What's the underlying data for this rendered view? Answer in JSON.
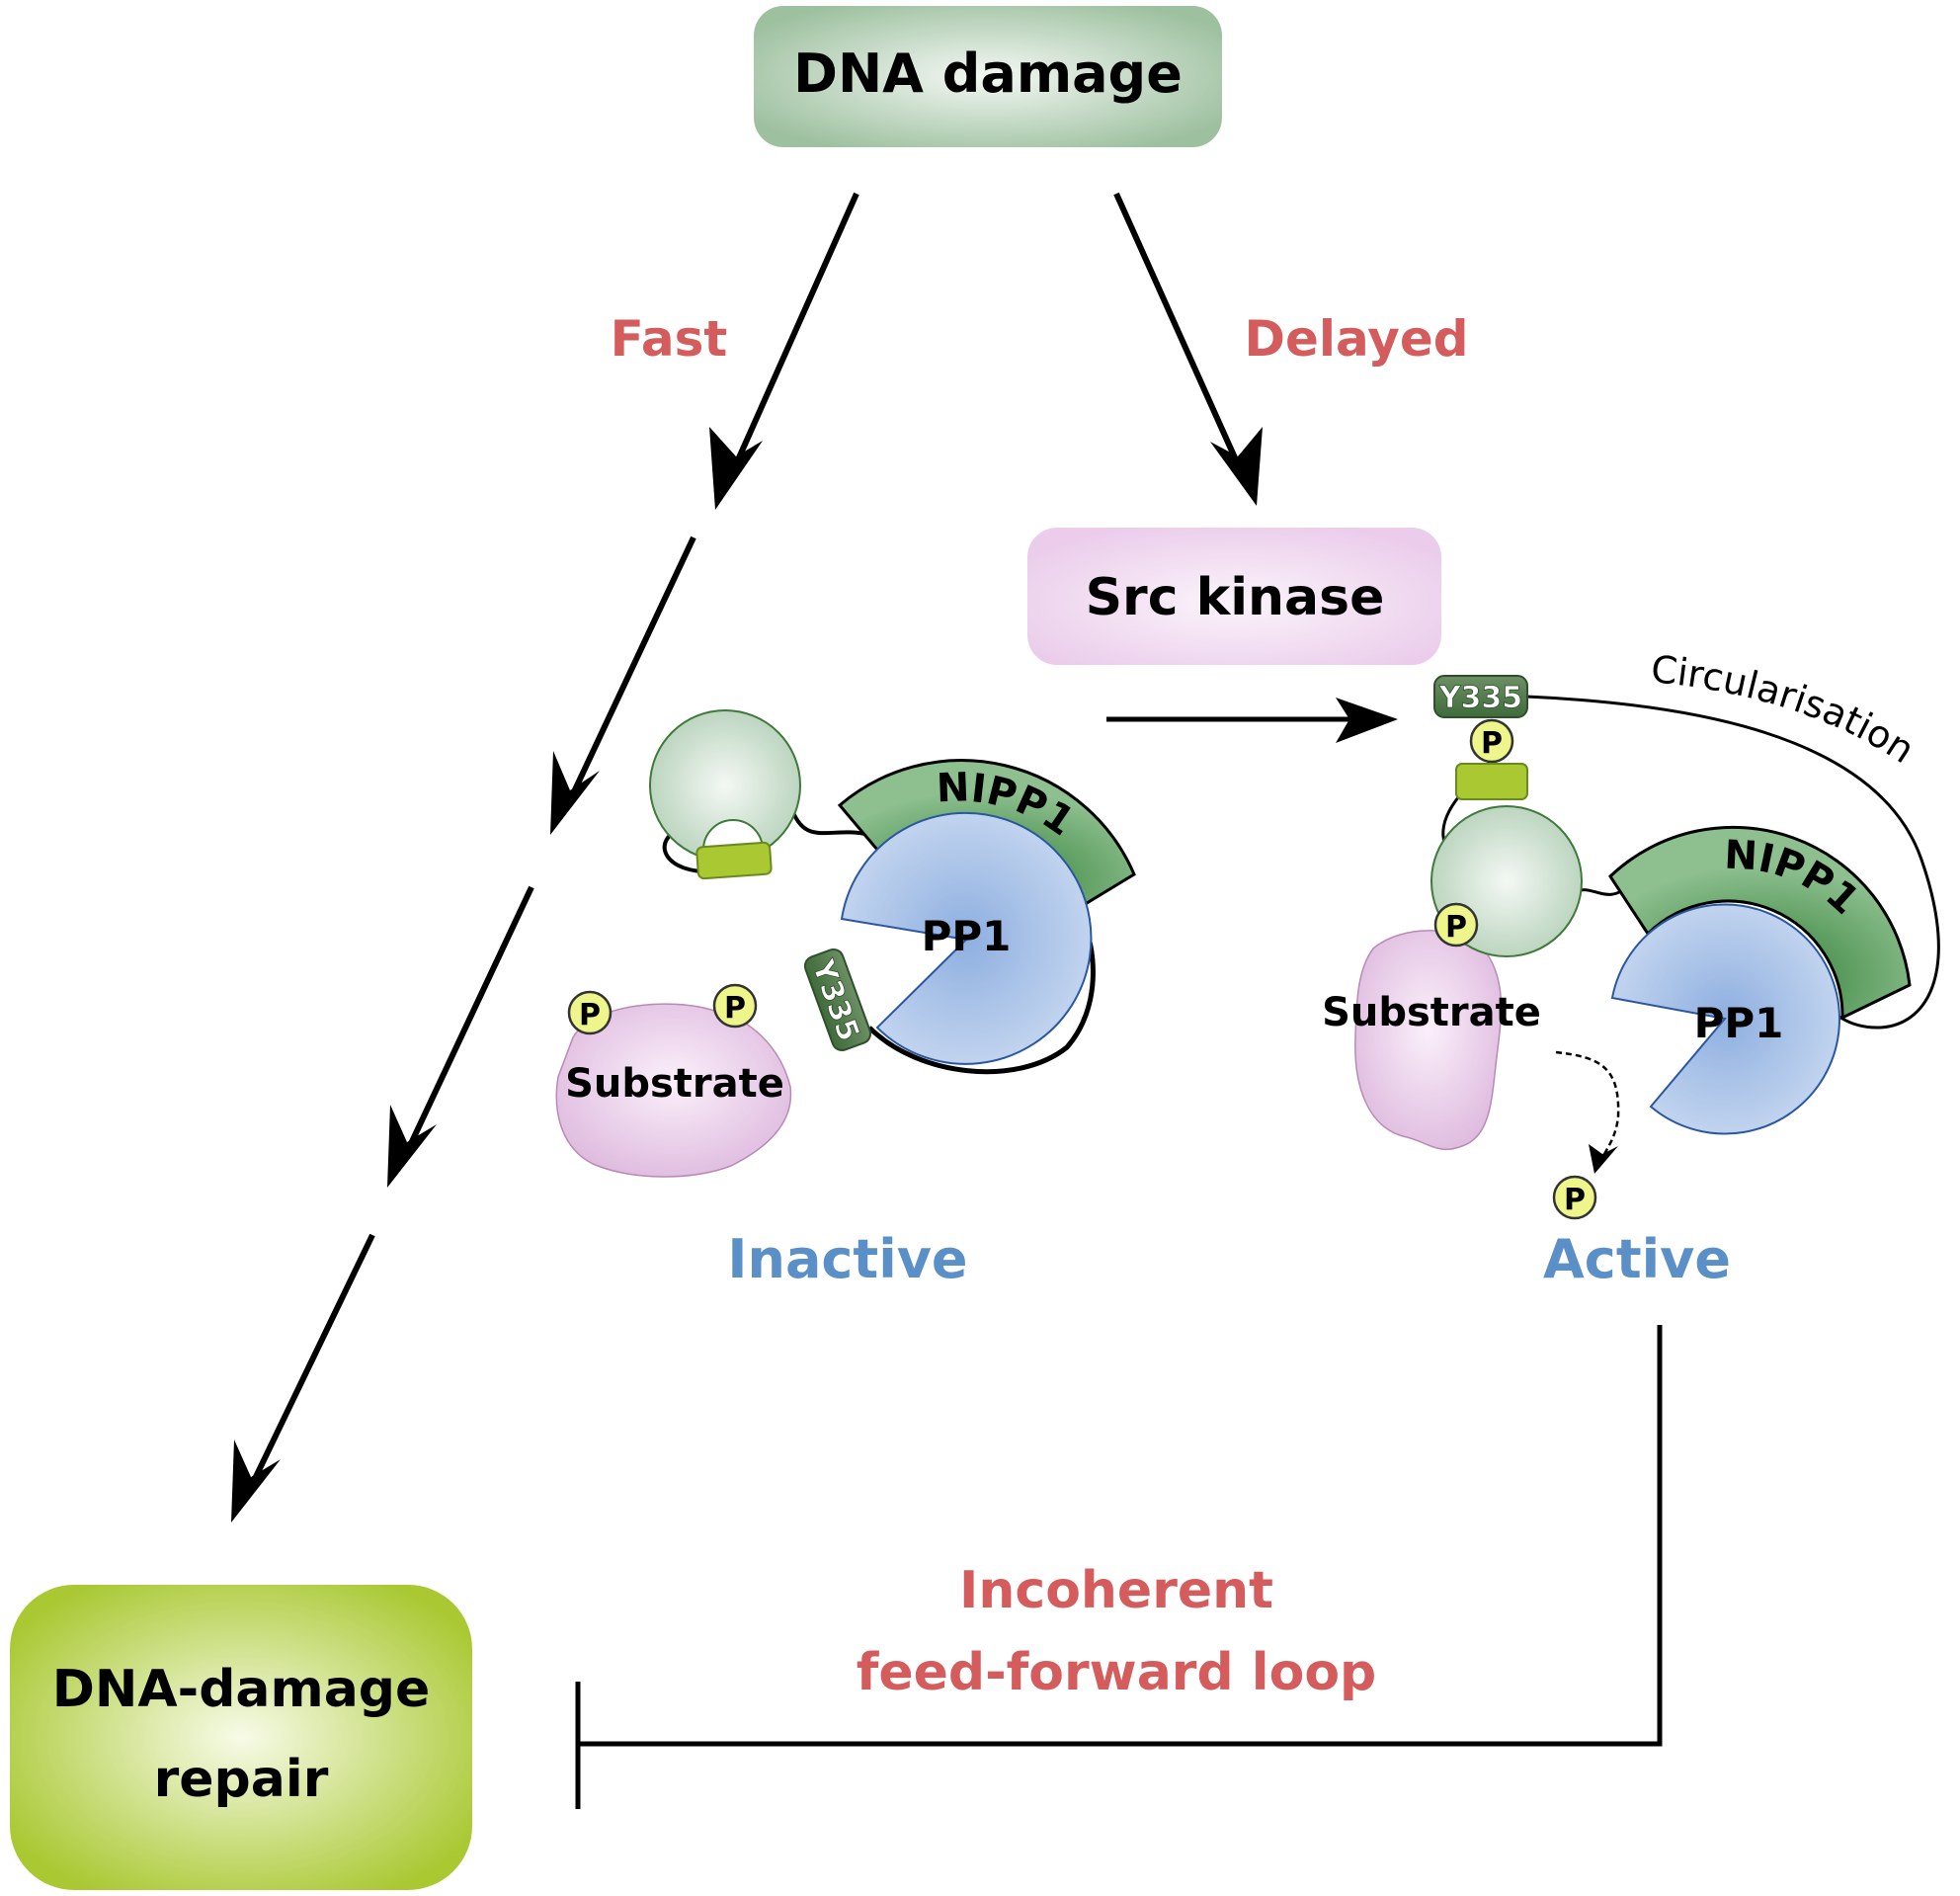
{
  "nodes": {
    "dna_damage": "DNA damage",
    "src_kinase": "Src kinase",
    "repair": [
      "DNA-damage",
      "repair"
    ]
  },
  "edges": {
    "fast": "Fast",
    "delayed": "Delayed",
    "loop": [
      "Incoherent",
      "feed-forward loop"
    ]
  },
  "inactive": {
    "state": "Inactive",
    "nipp1": "NIPP1",
    "pp1": "PP1",
    "tag": "Y335",
    "substrate": "Substrate",
    "phospho": "P"
  },
  "active": {
    "state": "Active",
    "nipp1": "NIPP1",
    "pp1": "PP1",
    "tag": "Y335",
    "substrate": "Substrate",
    "phospho": "P",
    "circularisation": "Circularisation"
  },
  "colors": {
    "label_red": "#d45c5c",
    "state_blue": "#5b8fc7",
    "nipp1_green": "#2e7d32",
    "pp1_blue": "#9ab6e4",
    "substrate_pink": "#e2bde3",
    "phospho_yellow": "#eef58a",
    "repair_green": "#a9c832"
  }
}
